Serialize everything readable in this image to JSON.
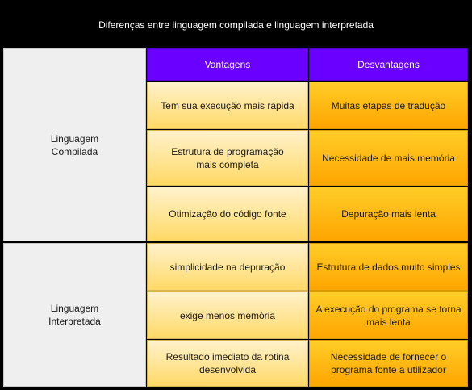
{
  "title": "Diferenças entre linguagem compilada e linguagem interpretada",
  "headers": {
    "advantages": "Vantagens",
    "disadvantages": "Desvantagens"
  },
  "groups": [
    {
      "label": "Linguagem\nCompilada",
      "rows": [
        {
          "advantage": "Tem sua execução mais rápida",
          "disadvantage": "Muitas etapas de tradução"
        },
        {
          "advantage": "Estrutura de programação\nmais completa",
          "disadvantage": "Necessidade de mais memória"
        },
        {
          "advantage": "Otimização do código fonte",
          "disadvantage": "Depuração mais lenta"
        }
      ]
    },
    {
      "label": "Linguagem\nInterpretada",
      "rows": [
        {
          "advantage": "simplicidade na depuração",
          "disadvantage": "Estrutura de dados muito simples"
        },
        {
          "advantage": "exige menos memória",
          "disadvantage": "A execução do programa se torna\nmais lenta"
        },
        {
          "advantage": "Resultado imediato da rotina\ndesenvolvida",
          "disadvantage": "Necessidade de fornecer  o\nprograma fonte a utilizador"
        }
      ]
    }
  ],
  "colors": {
    "header_purple": "#6a00ff",
    "advantage_light_yellow": "#fff2cc",
    "advantage_yellow": "#ffd966",
    "disadvantage_orange": "#ffa500",
    "group_gray": "#efefef"
  }
}
